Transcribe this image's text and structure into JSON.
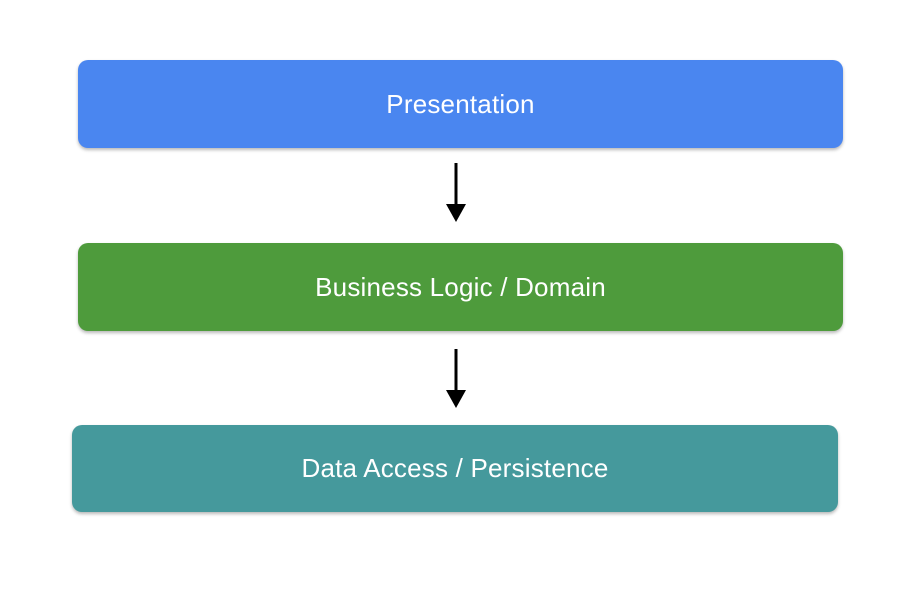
{
  "diagram": {
    "type": "layered-architecture",
    "background_color": "#ffffff",
    "text_color": "#ffffff",
    "arrow_color": "#000000",
    "layers": [
      {
        "label": "Presentation",
        "color": "#4a86f0"
      },
      {
        "label": "Business Logic / Domain",
        "color": "#4e9b3c"
      },
      {
        "label": "Data Access / Persistence",
        "color": "#45999c"
      }
    ],
    "connections": [
      {
        "from": "Presentation",
        "to": "Business Logic / Domain",
        "direction": "down"
      },
      {
        "from": "Business Logic / Domain",
        "to": "Data Access / Persistence",
        "direction": "down"
      }
    ]
  }
}
